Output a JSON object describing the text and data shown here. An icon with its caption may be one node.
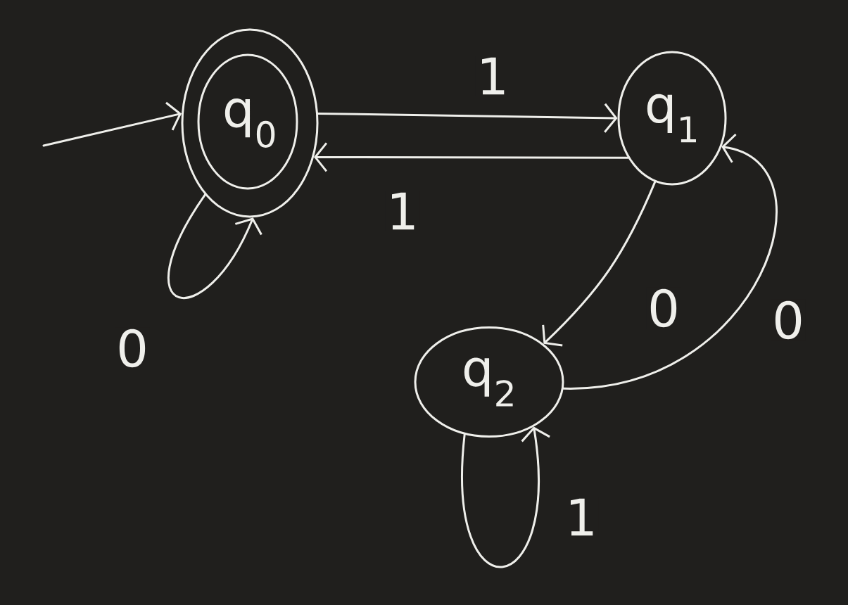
{
  "diagram": {
    "nodes": [
      {
        "text": [
          "q$_{0}$"
        ]
      },
      {
        "text": [
          "q$_{1}$"
        ]
      },
      {
        "text": [
          "q$_{2}$"
        ]
      }
    ],
    "edges": [
      {
        "from": null,
        "to": 0,
        "arrow": "to"
      },
      {
        "from": 0,
        "to": 1,
        "arrow": "to",
        "label": "1"
      },
      {
        "from": 1,
        "to": 0,
        "arrow": "to",
        "label": "1"
      },
      {
        "from": 0,
        "to": 0,
        "arrow": "to",
        "label": "0"
      },
      {
        "from": 1,
        "to": 2,
        "arrow": "to",
        "label": "0"
      },
      {
        "from": 2,
        "to": 1,
        "arrow": "to",
        "label": "0"
      },
      {
        "from": 2,
        "to": 2,
        "arrow": "to",
        "label": "1"
      }
    ]
  }
}
